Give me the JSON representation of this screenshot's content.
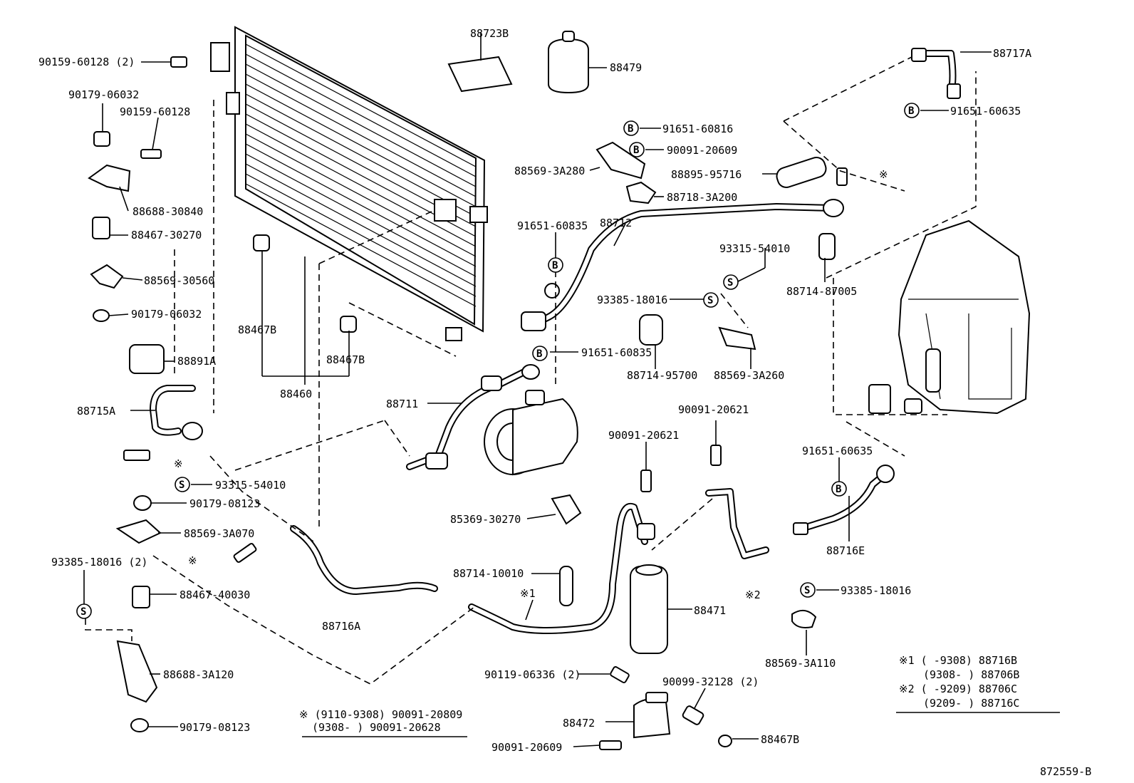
{
  "callouts": {
    "c01": "90159-60128 (2)",
    "c02": "90179-06032",
    "c03": "90159-60128",
    "c04": "88688-30840",
    "c05": "88467-30270",
    "c06": "88569-30560",
    "c07": "90179-06032",
    "c08": "88891A",
    "c09": "88715A",
    "c10": "93315-54010",
    "c11": "90179-08123",
    "c12": "88569-3A070",
    "c13": "93385-18016 (2)",
    "c14": "88467-40030",
    "c15": "88688-3A120",
    "c16": "90179-08123",
    "c17": "88467B",
    "c18": "88460",
    "c19": "88467B",
    "c20": "88716A",
    "c21": "88723B",
    "c22": "88479",
    "c23": "91651-60816",
    "c24": "90091-20609",
    "c25": "88569-3A280",
    "c26": "88895-95716",
    "c27": "88718-3A200",
    "c28": "91651-60835",
    "c29": "88712",
    "c30": "93315-54010",
    "c31": "93385-18016",
    "c32": "91651-60835",
    "c33": "88714-95700",
    "c34": "88569-3A260",
    "c35": "88714-87005",
    "c36": "88711",
    "c37": "90091-20621",
    "c38": "90091-20621",
    "c39": "85369-30270",
    "c40": "88714-10010",
    "c41": "88471",
    "c42": "90119-06336 (2)",
    "c43": "90099-32128 (2)",
    "c44": "88472",
    "c45": "88467B",
    "c46": "90091-20609",
    "c47": "88717A",
    "c48": "91651-60635",
    "c49": "91651-60635",
    "c50": "88716E",
    "c51": "93385-18016",
    "c52": "88569-3A110"
  },
  "markers": {
    "b": "B",
    "s": "S",
    "ref": "※",
    "ref1": "※1",
    "ref2": "※2"
  },
  "notes": {
    "left_row1": "※ (9110-9308) 90091-20809",
    "left_row2": "(9308-      ) 90091-20628",
    "r1a": "※1 (       -9308)  88716B",
    "r1b": "(9308-          )  88706B",
    "r2a": "※2 (       -9209)  88706C",
    "r2b": "(9209-          )  88716C"
  },
  "diagram_id": "872559-B"
}
